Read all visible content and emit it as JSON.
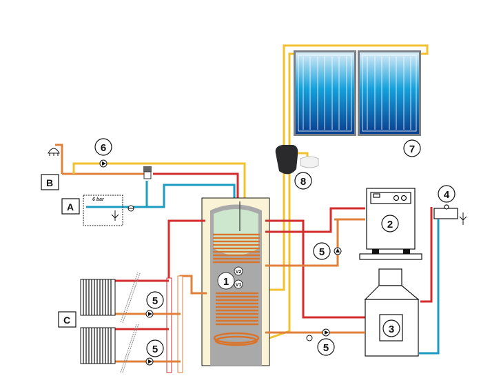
{
  "diagram": {
    "title": "Solar combi heating system schematic",
    "markers": {
      "tank": "1",
      "boiler": "2",
      "solid_fuel_boiler": "3",
      "expansion_tank": "4",
      "pump": "5",
      "recirc_pump": "6",
      "solar_collectors": "7",
      "solar_station": "8"
    },
    "tank_labels": {
      "v1": "V1",
      "v2": "V2"
    },
    "boxes": {
      "a": "A",
      "b": "B",
      "c": "C"
    },
    "safety_group_label": "6 bar",
    "colors": {
      "hot": "#d42b2b",
      "return": "#e0803a",
      "solar": "#f2c12e",
      "cold": "#1d9bc0",
      "collector": "#0b5aa8",
      "tank_fill": "#fbf3d6",
      "coil": "#d9742a"
    }
  }
}
